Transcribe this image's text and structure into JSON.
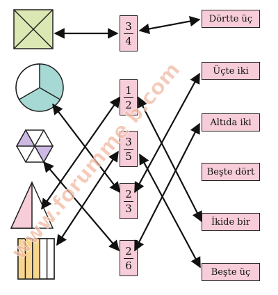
{
  "fractions": [
    {
      "id": "f-3-4",
      "numerator": "3",
      "denominator": "4"
    },
    {
      "id": "f-1-2",
      "numerator": "1",
      "denominator": "2"
    },
    {
      "id": "f-3-5",
      "numerator": "3",
      "denominator": "5"
    },
    {
      "id": "f-2-3",
      "numerator": "2",
      "denominator": "3"
    },
    {
      "id": "f-2-6",
      "numerator": "2",
      "denominator": "6"
    }
  ],
  "labels": [
    {
      "id": "dortte-uc",
      "text": "Dörtte üç"
    },
    {
      "id": "ucte-iki",
      "text": "Üçte iki"
    },
    {
      "id": "altida-iki",
      "text": "Altıda iki"
    },
    {
      "id": "beste-dort",
      "text": "Beşte dört"
    },
    {
      "id": "ikide-bir",
      "text": "İkide bir"
    },
    {
      "id": "beste-uc",
      "text": "Beşte üç"
    }
  ],
  "watermark": "www.forumme b.com",
  "colors": {
    "square": "#dbe8b4",
    "circle": "#a6d9d4",
    "hexagon": "#cdb9e3",
    "triangle": "#f6cdd8",
    "rectangle": "#f7d58d",
    "box": "#f6cdd8",
    "watermark": "#f2b8a0"
  }
}
